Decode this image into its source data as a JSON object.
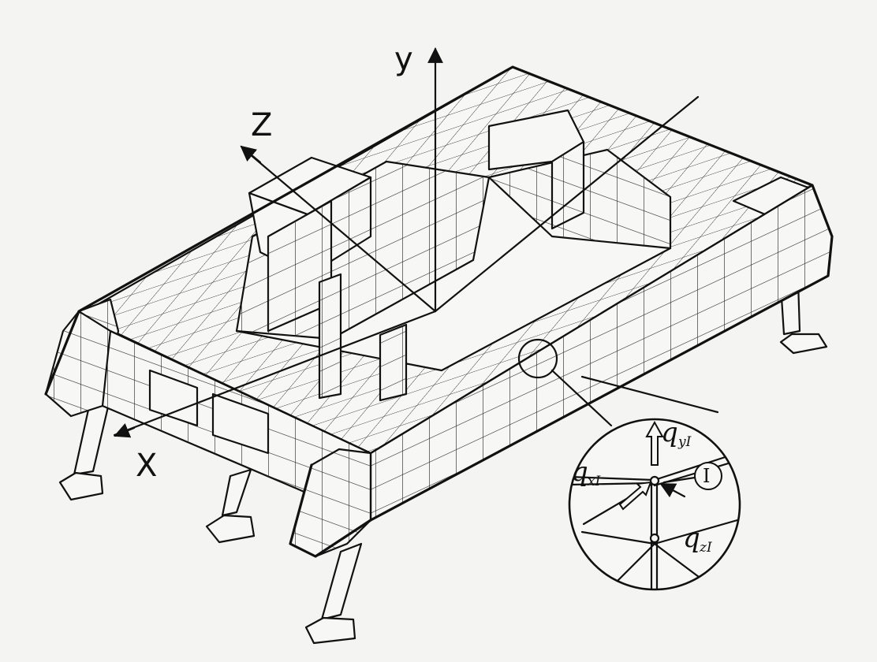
{
  "axes": {
    "y": "y",
    "z": "Z",
    "x": "X"
  },
  "inset": {
    "q_y": "q",
    "q_y_sub": "yI",
    "q_x": "q",
    "q_x_sub": "xI",
    "q_z": "q",
    "q_z_sub": "zI",
    "node": "I"
  },
  "colors": {
    "ink": "#111111",
    "paper": "#f4f4f2"
  }
}
